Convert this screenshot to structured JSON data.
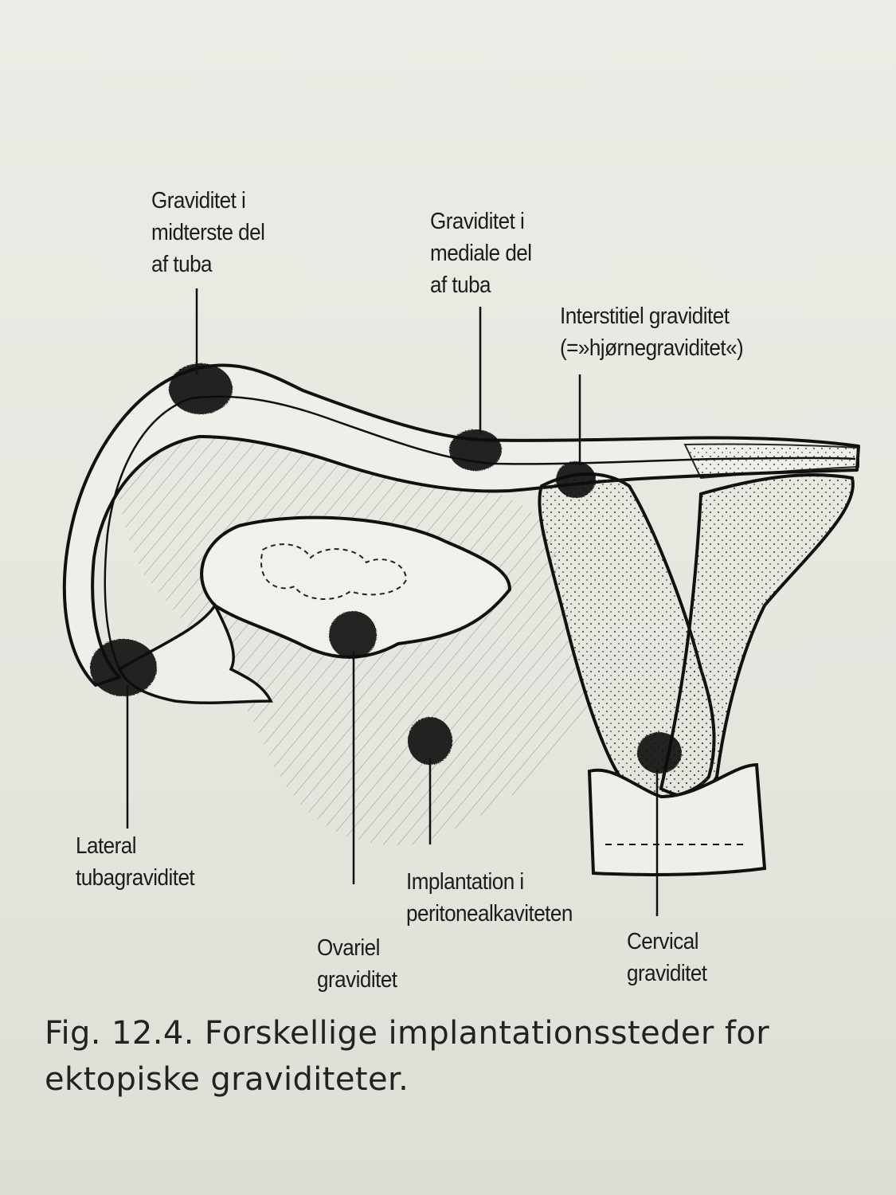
{
  "labels": {
    "mid_tuba": [
      "Graviditet i",
      "midterste del",
      "af tuba"
    ],
    "medial_tuba": [
      "Graviditet i",
      "mediale del",
      "af tuba"
    ],
    "interstitial": [
      "Interstitiel graviditet",
      "(=»hjørnegraviditet«)"
    ],
    "lateral": [
      "Lateral",
      "tubagraviditet"
    ],
    "peritoneal": [
      "Implantation i",
      "peritonealkaviteten"
    ],
    "ovarian": [
      "Ovariel",
      "graviditet"
    ],
    "cervical": [
      "Cervical",
      "graviditet"
    ]
  },
  "caption": [
    "Fig. 12.4. Forskellige implantationssteder for",
    "ektopiske graviditeter."
  ]
}
